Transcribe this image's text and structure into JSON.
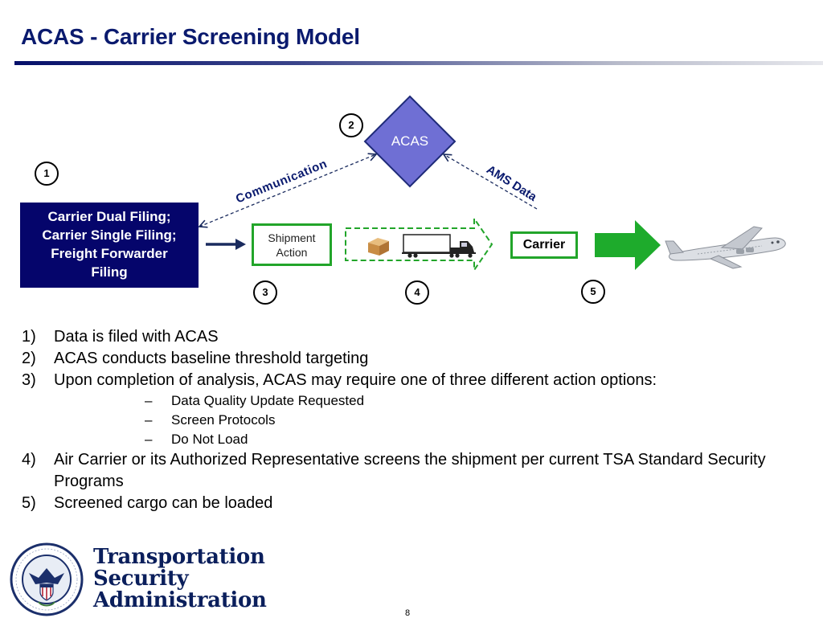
{
  "slide": {
    "title": "ACAS - Carrier Screening Model",
    "page_number": "8"
  },
  "diagram": {
    "filing_box_lines": [
      "Carrier Dual Filing;",
      "Carrier Single Filing;",
      "Freight Forwarder",
      "Filing"
    ],
    "acas_label": "ACAS",
    "shipment_action_lines": [
      "Shipment",
      "Action"
    ],
    "carrier_label": "Carrier",
    "communication_label": "Communication",
    "ams_data_label": "AMS Data",
    "markers": [
      "1",
      "2",
      "3",
      "4",
      "5"
    ],
    "colors": {
      "navy": "#05056b",
      "acas_diamond": "#6f6fd4",
      "green": "#22a52a",
      "arrow_dark": "#1a2b5e"
    },
    "icons": [
      "cardboard-box-icon",
      "semi-truck-icon",
      "airplane-icon"
    ]
  },
  "steps": [
    {
      "number": "1)",
      "text": "Data is filed with ACAS"
    },
    {
      "number": "2)",
      "text": "ACAS conducts baseline threshold targeting"
    },
    {
      "number": "3)",
      "text": "Upon completion of analysis, ACAS may require one of three different action options:"
    },
    {
      "number": "4)",
      "text": "Air Carrier or its Authorized Representative screens the shipment per current TSA Standard Security Programs"
    },
    {
      "number": "5)",
      "text": "Screened cargo can be loaded"
    }
  ],
  "action_options": [
    {
      "dash": "–",
      "text": "Data Quality Update Requested"
    },
    {
      "dash": "–",
      "text": "Screen Protocols"
    },
    {
      "dash": "–",
      "text": "Do Not Load"
    }
  ],
  "footer": {
    "agency_lines": [
      "Transportation",
      "Security",
      "Administration"
    ]
  }
}
